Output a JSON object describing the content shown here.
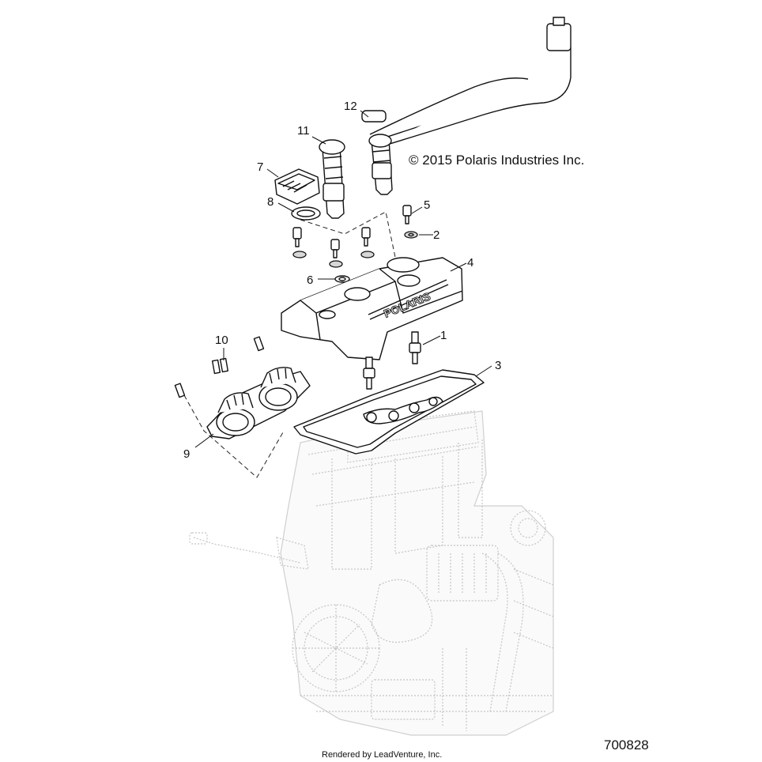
{
  "copyright": "© 2015 Polaris Industries Inc.",
  "rendered_by": "Rendered by LeadVenture, Inc.",
  "diagram_number": "700828",
  "callouts": {
    "c1": "1",
    "c2": "2",
    "c3": "3",
    "c4": "4",
    "c5": "5",
    "c6": "6",
    "c7": "7",
    "c8": "8",
    "c9": "9",
    "c10": "10",
    "c11": "11",
    "c12": "12"
  },
  "parts": {
    "spark_plug": "spark-plug",
    "valve_cover": "valve-cover",
    "gasket": "valve-cover-gasket",
    "oil_cap": "oil-fill-cap",
    "ignition_coil": "ignition-coil",
    "intake_boot": "intake-boot"
  },
  "colors": {
    "line": "#111111",
    "ghost": "#c4c4c4",
    "background": "#ffffff"
  }
}
